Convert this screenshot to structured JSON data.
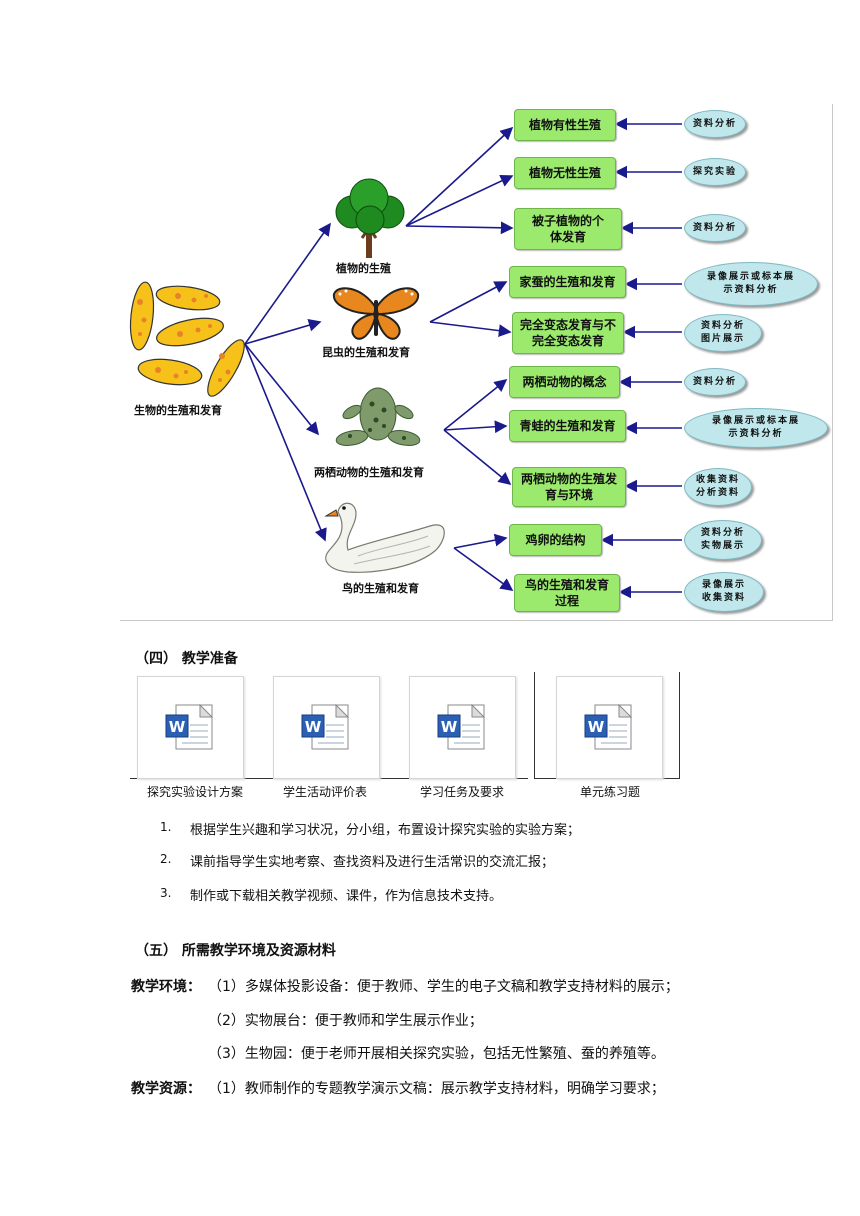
{
  "diagram": {
    "root_label": "生物的生殖和发育",
    "categories": [
      {
        "label": "植物的生殖"
      },
      {
        "label": "昆虫的生殖和发育"
      },
      {
        "label": "两栖动物的生殖和发育"
      },
      {
        "label": "鸟的生殖和发育"
      }
    ],
    "topics": [
      {
        "label": "植物有性生殖",
        "method": "资料分析"
      },
      {
        "label": "植物无性生殖",
        "method": "探究实验"
      },
      {
        "label": "被子植物的个体发育",
        "method": "资料分析"
      },
      {
        "label": "家蚕的生殖和发育",
        "method": "录像展示或标本展示资料分析"
      },
      {
        "label": "完全变态发育与不完全变态发育",
        "method": "资料分析图片展示"
      },
      {
        "label": "两栖动物的概念",
        "method": "资料分析"
      },
      {
        "label": "青蛙的生殖和发育",
        "method": "录像展示或标本展示资料分析"
      },
      {
        "label": "两栖动物的生殖发育与环境",
        "method": "收集资料分析资料"
      },
      {
        "label": "鸡卵的结构",
        "method": "资料分析实物展示"
      },
      {
        "label": "鸟的生殖和发育过程",
        "method": "录像展示收集资料"
      }
    ]
  },
  "section4": {
    "title": "（四） 教学准备",
    "files": [
      "探究实验设计方案",
      "学生活动评价表",
      "学习任务及要求",
      "单元练习题"
    ],
    "items": [
      {
        "num": "1.",
        "text": "根据学生兴趣和学习状况，分小组，布置设计探究实验的实验方案；"
      },
      {
        "num": "2.",
        "text": "课前指导学生实地考察、查找资料及进行生活常识的交流汇报；"
      },
      {
        "num": "3.",
        "text": "制作或下载相关教学视频、课件，作为信息技术支持。"
      }
    ]
  },
  "section5": {
    "title": "（五） 所需教学环境及资源材料",
    "env_label": "教学环境：",
    "env_items": [
      "（1）多媒体投影设备：便于教师、学生的电子文稿和教学支持材料的展示；",
      "（2）实物展台：便于教师和学生展示作业；",
      "（3）生物园：便于老师开展相关探究实验，包括无性繁殖、蚕的养殖等。"
    ],
    "res_label": "教学资源：",
    "res_items": [
      "（1）教师制作的专题教学演示文稿：展示教学支持材料，明确学习要求；"
    ]
  },
  "colors": {
    "topic_fill": "#9bea6d",
    "method_fill": "#bfe7ec",
    "arrow": "#1a1a8c"
  },
  "icons": [
    "word-document-icon",
    "tree-icon",
    "butterfly-icon",
    "frog-icon",
    "swan-icon",
    "bacteria-icon"
  ]
}
